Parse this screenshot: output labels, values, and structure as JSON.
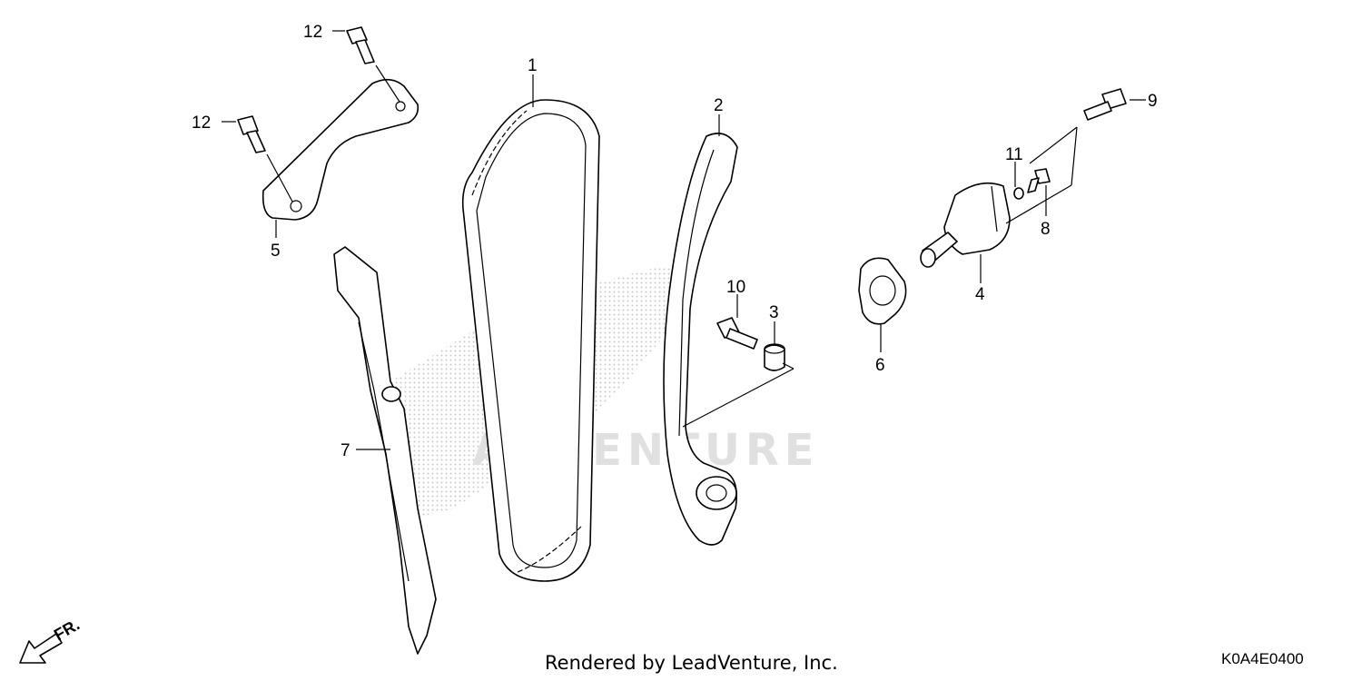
{
  "callouts": {
    "c1": "1",
    "c2": "2",
    "c3": "3",
    "c4": "4",
    "c5": "5",
    "c6": "6",
    "c7": "7",
    "c8": "8",
    "c9": "9",
    "c10": "10",
    "c11": "11",
    "c12a": "12",
    "c12b": "12"
  },
  "watermark": {
    "text": "ADVENTURE"
  },
  "direction": {
    "label": "FR."
  },
  "footer": {
    "credit": "Rendered by LeadVenture, Inc.",
    "diagram_code": "K0A4E0400"
  }
}
